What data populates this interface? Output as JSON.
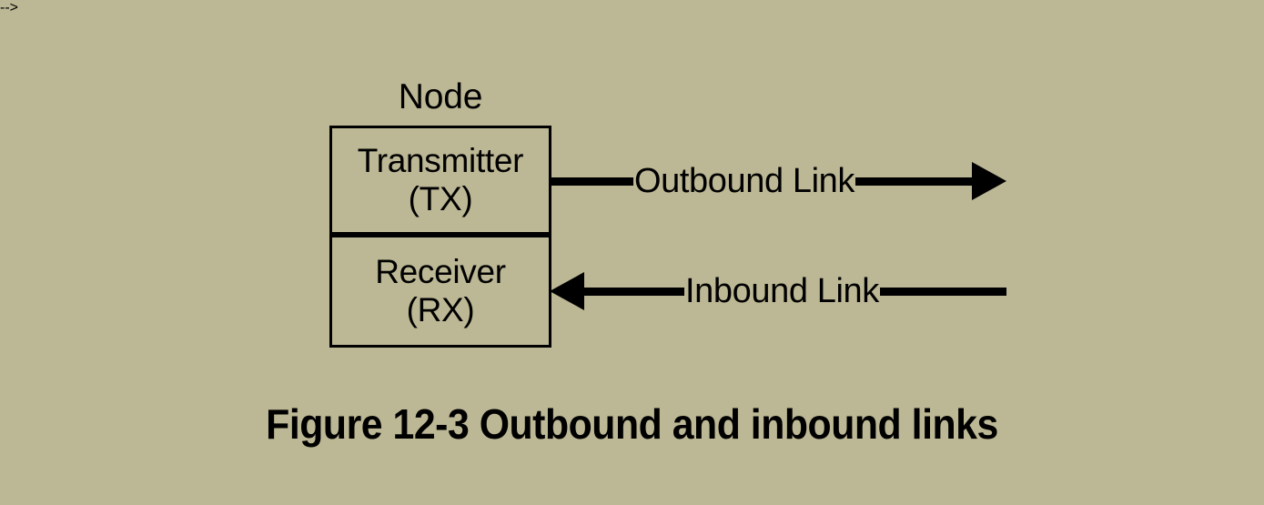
{
  "figure": {
    "background_color": "#bcb794",
    "ink_color": "#000000",
    "caption": "Figure 12-3 Outbound and inbound links"
  },
  "node": {
    "label": "Node",
    "cells": [
      {
        "name": "transmitter",
        "title": "Transmitter",
        "abbrev": "(TX)"
      },
      {
        "name": "receiver",
        "title": "Receiver",
        "abbrev": "(RX)"
      }
    ]
  },
  "links": [
    {
      "name": "outbound-link",
      "label": "Outbound Link",
      "direction": "out",
      "arrow": "right",
      "from": "transmitter"
    },
    {
      "name": "inbound-link",
      "label": "Inbound Link",
      "direction": "in",
      "arrow": "left",
      "to": "receiver"
    }
  ]
}
